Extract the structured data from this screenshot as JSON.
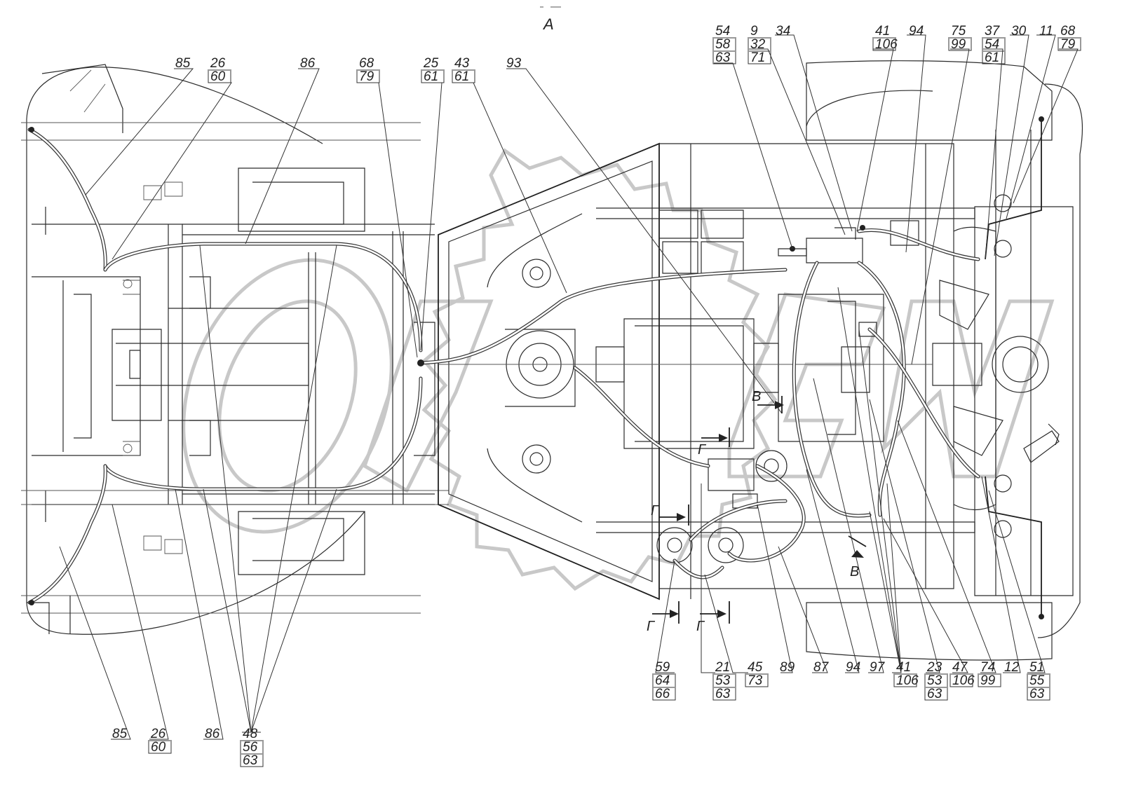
{
  "view_label": "A",
  "section_labels": [
    {
      "id": "b1",
      "text": "В"
    },
    {
      "id": "b2",
      "text": "В"
    },
    {
      "id": "g1",
      "text": "Г"
    },
    {
      "id": "g2",
      "text": "Г"
    },
    {
      "id": "g3",
      "text": "Г"
    },
    {
      "id": "g4",
      "text": "Г"
    }
  ],
  "callouts": [
    {
      "id": "t1",
      "lines": [
        "85"
      ]
    },
    {
      "id": "t2",
      "lines": [
        "26",
        "60"
      ]
    },
    {
      "id": "t3",
      "lines": [
        "86"
      ]
    },
    {
      "id": "t4",
      "lines": [
        "68",
        "79"
      ]
    },
    {
      "id": "t5",
      "lines": [
        "25",
        "61"
      ]
    },
    {
      "id": "t6",
      "lines": [
        "43",
        "61"
      ]
    },
    {
      "id": "t7",
      "lines": [
        "93"
      ]
    },
    {
      "id": "t8",
      "lines": [
        "54",
        "58",
        "63"
      ]
    },
    {
      "id": "t9",
      "lines": [
        "9",
        "32",
        "71"
      ]
    },
    {
      "id": "t10",
      "lines": [
        "34"
      ]
    },
    {
      "id": "t11",
      "lines": [
        "41",
        "106"
      ]
    },
    {
      "id": "t12",
      "lines": [
        "94"
      ]
    },
    {
      "id": "t13",
      "lines": [
        "75",
        "99"
      ]
    },
    {
      "id": "t14",
      "lines": [
        "37",
        "54",
        "61"
      ]
    },
    {
      "id": "t15",
      "lines": [
        "30"
      ]
    },
    {
      "id": "t16",
      "lines": [
        "11"
      ]
    },
    {
      "id": "t17",
      "lines": [
        "68",
        "79"
      ]
    },
    {
      "id": "b1c",
      "lines": [
        "59",
        "64",
        "66"
      ]
    },
    {
      "id": "b2c",
      "lines": [
        "21",
        "53",
        "63"
      ]
    },
    {
      "id": "b3c",
      "lines": [
        "45",
        "73"
      ]
    },
    {
      "id": "b4c",
      "lines": [
        "89"
      ]
    },
    {
      "id": "b5c",
      "lines": [
        "87"
      ]
    },
    {
      "id": "b6c",
      "lines": [
        "94"
      ]
    },
    {
      "id": "b7c",
      "lines": [
        "97"
      ]
    },
    {
      "id": "b8c",
      "lines": [
        "41",
        "106"
      ]
    },
    {
      "id": "b9c",
      "lines": [
        "23",
        "53",
        "63"
      ]
    },
    {
      "id": "b10c",
      "lines": [
        "47",
        "106"
      ]
    },
    {
      "id": "b11c",
      "lines": [
        "74",
        "99"
      ]
    },
    {
      "id": "b12c",
      "lines": [
        "12"
      ]
    },
    {
      "id": "b13c",
      "lines": [
        "51",
        "55",
        "63"
      ]
    },
    {
      "id": "c1",
      "lines": [
        "85"
      ]
    },
    {
      "id": "c2",
      "lines": [
        "26",
        "60"
      ]
    },
    {
      "id": "c3",
      "lines": [
        "86"
      ]
    },
    {
      "id": "c4",
      "lines": [
        "48",
        "56",
        "63"
      ]
    }
  ]
}
